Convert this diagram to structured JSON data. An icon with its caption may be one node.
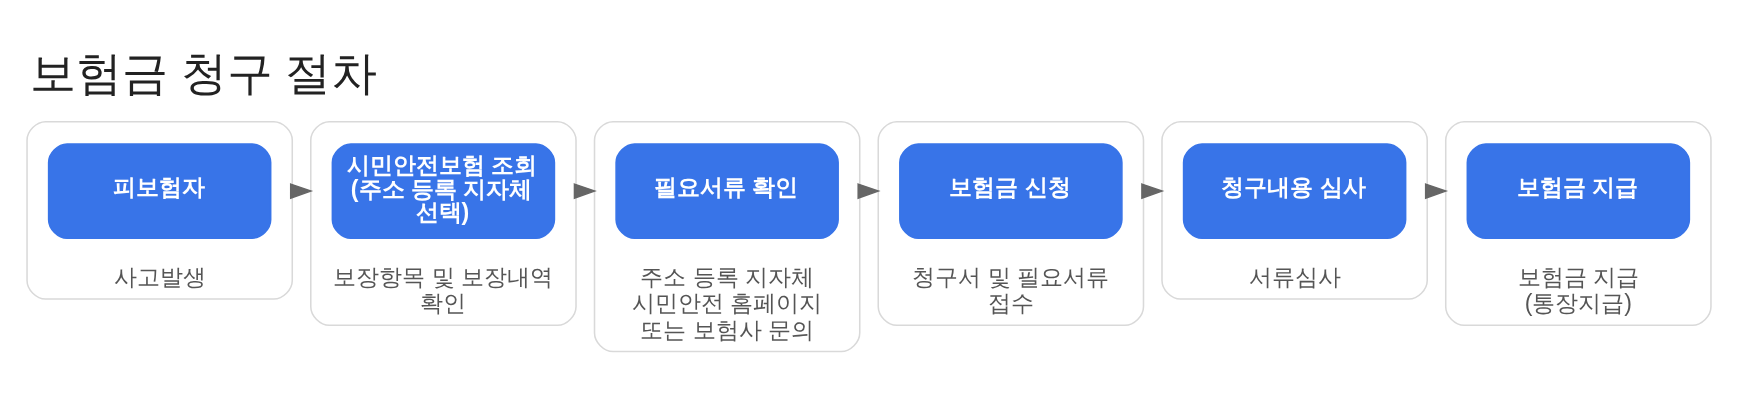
{
  "diagram": {
    "title": "보험금 청구 절차",
    "nodes": [
      {
        "text": [
          "사고발생"
        ]
      },
      {
        "text": [
          "피보험자"
        ],
        "in": 0
      },
      {
        "text": [
          "보장항목 및 보장내역 확인"
        ]
      },
      {
        "text": [
          "시민안전보험 조회 (주소 등록 지자체 선택)"
        ],
        "in": 2
      },
      {
        "text": [
          "주소 등록 지자체 시민안전 홈페이지 또는 보험사 문의"
        ]
      },
      {
        "text": [
          "필요서류 확인"
        ],
        "in": 4
      },
      {
        "text": [
          "청구서 및 필요서류 접수"
        ]
      },
      {
        "text": [
          "보험금 신청"
        ],
        "in": 6
      },
      {
        "text": [
          "서류심사"
        ]
      },
      {
        "text": [
          "청구내용 심사"
        ],
        "in": 8
      },
      {
        "text": [
          "보험금 지급 (통장지급)"
        ]
      },
      {
        "text": [
          "보험금 지급"
        ],
        "in": 10
      }
    ],
    "edges": [
      {
        "from": 0,
        "to": 2,
        "arrow": "to"
      },
      {
        "from": 2,
        "to": 4,
        "arrow": "to"
      },
      {
        "from": 4,
        "to": 6,
        "arrow": "to"
      },
      {
        "from": 6,
        "to": 8,
        "arrow": "to"
      },
      {
        "from": 8,
        "to": 10,
        "arrow": "to"
      }
    ]
  }
}
